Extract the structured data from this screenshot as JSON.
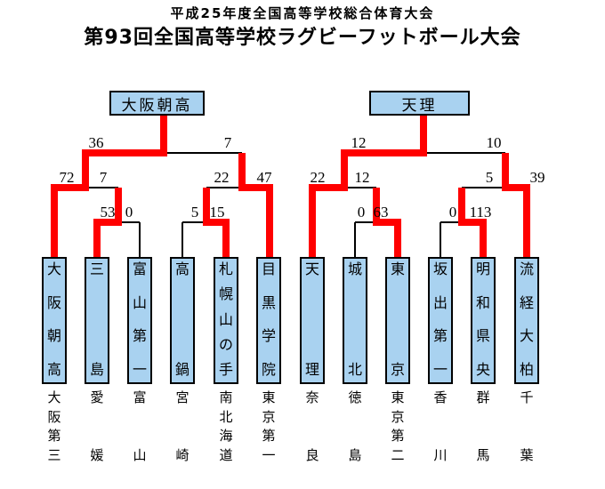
{
  "header": {
    "event_title": "平成25年度全国高等学校総合体育大会",
    "tournament_title": "第93回全国高等学校ラグビーフットボール大会"
  },
  "bracket": {
    "finalists": {
      "left": "大阪朝高",
      "right": "天理"
    },
    "semifinals": [
      {
        "left_team": "大阪朝高",
        "left_score": "36",
        "right_team": "目黒学院",
        "right_score": "7",
        "winner": "大阪朝高"
      },
      {
        "left_team": "天理",
        "left_score": "12",
        "right_team": "流経大柏",
        "right_score": "10",
        "winner": "天理"
      }
    ],
    "quarterfinals": [
      {
        "left_team": "大阪朝高",
        "left_score": "72",
        "right_team": "三島",
        "right_score": "7",
        "winner": "大阪朝高"
      },
      {
        "left_team": "札幌山の手",
        "left_score": "22",
        "right_team": "目黒学院",
        "right_score": "47",
        "winner": "目黒学院"
      },
      {
        "left_team": "天理",
        "left_score": "22",
        "right_team": "東京",
        "right_score": "12",
        "winner": "天理"
      },
      {
        "left_team": "明和県央",
        "left_score": "5",
        "right_team": "流経大柏",
        "right_score": "39",
        "winner": "流経大柏"
      }
    ],
    "first_round": [
      {
        "left_team": "三島",
        "left_score": "53",
        "right_team": "富山第一",
        "right_score": "0",
        "winner": "三島"
      },
      {
        "left_team": "高鍋",
        "left_score": "5",
        "right_team": "札幌山の手",
        "right_score": "15",
        "winner": "札幌山の手"
      },
      {
        "left_team": "城北",
        "left_score": "0",
        "right_team": "東京",
        "right_score": "63",
        "winner": "東京"
      },
      {
        "left_team": "坂出第一",
        "left_score": "0",
        "right_team": "明和県央",
        "right_score": "113",
        "winner": "明和県央"
      }
    ]
  },
  "teams": [
    {
      "name": "大阪朝高",
      "prefecture": "大阪第三",
      "advanced": true
    },
    {
      "name": "三島",
      "prefecture": "愛媛",
      "advanced": true
    },
    {
      "name": "富山第一",
      "prefecture": "富山",
      "advanced": false
    },
    {
      "name": "高鍋",
      "prefecture": "宮崎",
      "advanced": false
    },
    {
      "name": "札幌山の手",
      "prefecture": "南北海道",
      "advanced": true
    },
    {
      "name": "目黒学院",
      "prefecture": "東京第一",
      "advanced": true
    },
    {
      "name": "天理",
      "prefecture": "奈良",
      "advanced": true
    },
    {
      "name": "城北",
      "prefecture": "徳島",
      "advanced": false
    },
    {
      "name": "東京",
      "prefecture": "東京第二",
      "advanced": true
    },
    {
      "name": "坂出第一",
      "prefecture": "香川",
      "advanced": false
    },
    {
      "name": "明和県央",
      "prefecture": "群馬",
      "advanced": true
    },
    {
      "name": "流経大柏",
      "prefecture": "千葉",
      "advanced": true
    }
  ],
  "colors": {
    "advance_path": "#ff0000",
    "team_box_fill": "#a9d2f0",
    "line": "#000000"
  }
}
